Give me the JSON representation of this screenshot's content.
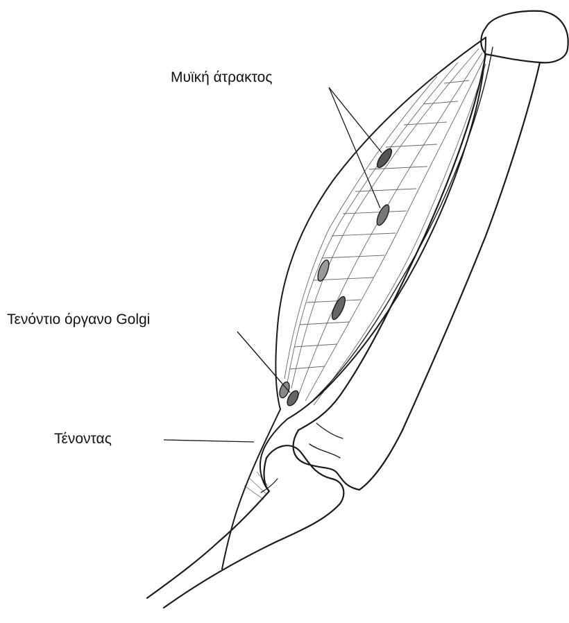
{
  "labels": {
    "muscle_spindle": "Μυϊκή άτρακτος",
    "golgi_tendon_organ": "Τενόντιο όργανο Golgi",
    "tendon": "Τένοντας"
  },
  "colors": {
    "ink": "#1a1a1a",
    "background": "#ffffff"
  }
}
